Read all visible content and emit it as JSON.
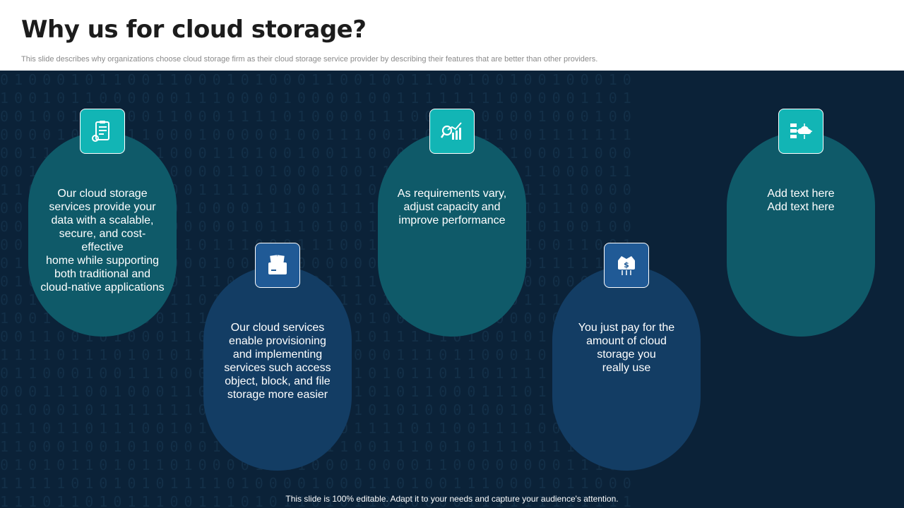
{
  "header": {
    "title": "Why us for cloud storage?",
    "subtitle": "This slide describes why organizations choose cloud storage firm as their cloud storage service provider by describing their features that are better than other providers."
  },
  "colors": {
    "background": "#0b2238",
    "teal_pill": "#0f5a69",
    "blue_pill": "#133d64",
    "teal_icon": "#12b5b5",
    "blue_icon": "#205a96"
  },
  "cards": [
    {
      "icon": "clipboard-gear-icon",
      "text": "Our cloud storage\nservices provide your\ndata with a scalable,\nsecure, and cost-effective\nhome while supporting\nboth traditional and\ncloud-native applications"
    },
    {
      "icon": "folder-documents-icon",
      "text": "Our cloud services\nenable provisioning\nand implementing\nservices such access\nobject, block, and file\nstorage more easier"
    },
    {
      "icon": "analytics-chart-icon",
      "text": "As requirements vary,\nadjust capacity and\nimprove performance"
    },
    {
      "icon": "dollar-payment-icon",
      "text": "You just pay for the\namount of cloud\nstorage you\nreally use"
    },
    {
      "icon": "cloud-network-icon",
      "text": "Add text here\nAdd text here"
    }
  ],
  "footer": {
    "text": "This slide is 100% editable. Adapt it to your needs and capture your audience's attention."
  }
}
